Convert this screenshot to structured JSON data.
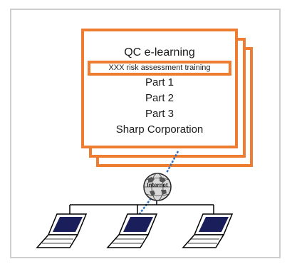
{
  "card": {
    "title": "QC e-learning",
    "highlight": "XXX risk assessment training",
    "lines": [
      "Part 1",
      "Part 2",
      "Part 3",
      "Sharp Corporation"
    ]
  },
  "globe": {
    "label": "Internet",
    "icon": "globe-icon"
  },
  "laptops": {
    "count": 3,
    "icon": "laptop-icon"
  },
  "colors": {
    "accent": "#ee7d31",
    "link": "#2f6fbf",
    "frame": "#cfcfcf",
    "screen": "#1a1f5c"
  }
}
